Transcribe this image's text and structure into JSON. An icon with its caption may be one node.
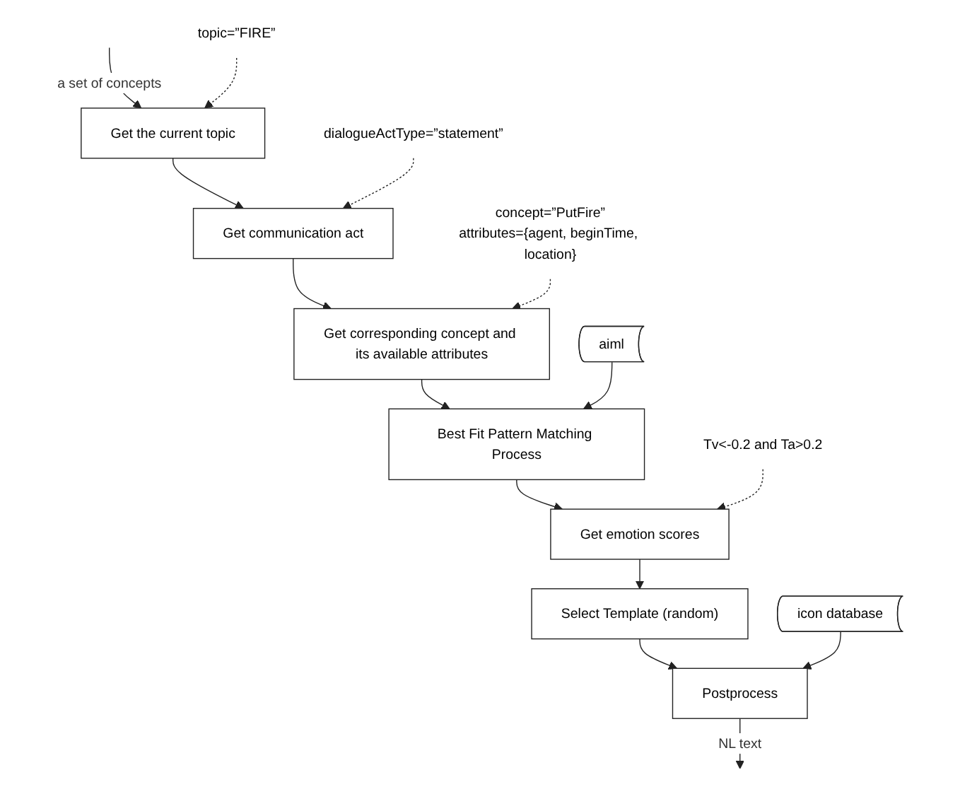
{
  "diagram": {
    "nodes": [
      {
        "text": [
          "topic=”FIRE”"
        ]
      },
      {
        "text": [
          "Get the current topic"
        ]
      },
      {
        "text": [
          "dialogueActType=”statement”"
        ]
      },
      {
        "text": [
          "Get communication act"
        ]
      },
      {
        "text": [
          "concept=”PutFire”",
          "attributes={agent, beginTime, location}"
        ]
      },
      {
        "text": [
          "Get corresponding concept and its available attributes"
        ]
      },
      {
        "text": [
          "aiml"
        ]
      },
      {
        "text": [
          "Best Fit Pattern Matching Process"
        ]
      },
      {
        "text": [
          "Tv<-0.2 and Ta>0.2"
        ]
      },
      {
        "text": [
          "Get emotion scores"
        ]
      },
      {
        "text": [
          "Select Template (random)"
        ]
      },
      {
        "text": [
          "Postprocess"
        ]
      },
      {
        "text": [
          "icon database"
        ]
      }
    ],
    "edges": [
      {
        "from": null,
        "to": 1,
        "arrow": "to",
        "label": "a set of concepts"
      },
      {
        "from": 0,
        "to": 1,
        "arrow": "to",
        "style": "dashed"
      },
      {
        "from": 1,
        "to": 3,
        "arrow": "to"
      },
      {
        "from": 2,
        "to": 3,
        "arrow": "to",
        "style": "dashed"
      },
      {
        "from": 3,
        "to": 5,
        "arrow": "to"
      },
      {
        "from": 4,
        "to": 5,
        "arrow": "to",
        "style": "dashed"
      },
      {
        "from": 5,
        "to": 7,
        "arrow": "to"
      },
      {
        "from": 6,
        "to": 7,
        "arrow": "to"
      },
      {
        "from": 7,
        "to": 9,
        "arrow": "to"
      },
      {
        "from": 8,
        "to": 9,
        "arrow": "to",
        "style": "dashed"
      },
      {
        "from": 9,
        "to": 10,
        "arrow": "to"
      },
      {
        "from": 10,
        "to": 11,
        "arrow": "to"
      },
      {
        "from": 12,
        "to": 11,
        "arrow": "to"
      },
      {
        "from": 11,
        "to": null,
        "arrow": "to",
        "label": "NL text"
      }
    ]
  }
}
